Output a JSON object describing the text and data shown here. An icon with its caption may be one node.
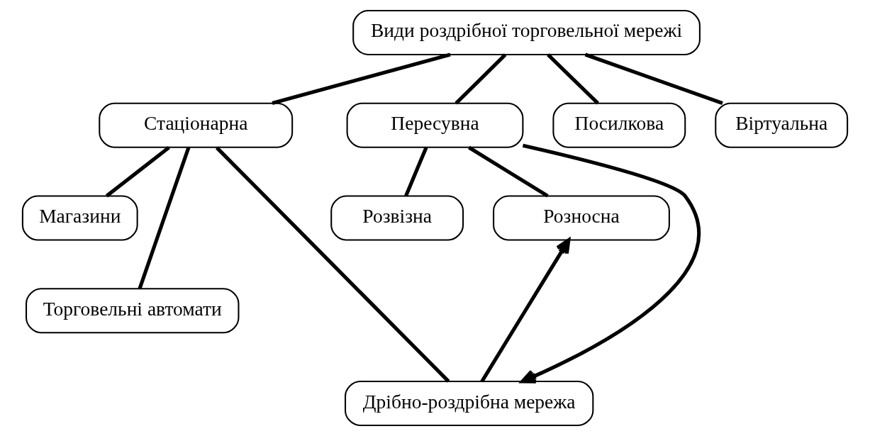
{
  "diagram": {
    "nodes": [
      {
        "text": [
          "Види роздрібної торговельної мережі"
        ]
      },
      {
        "text": [
          "Стаціонарна"
        ]
      },
      {
        "text": [
          "Пересувна"
        ]
      },
      {
        "text": [
          "Посилкова"
        ]
      },
      {
        "text": [
          "Віртуальна"
        ]
      },
      {
        "text": [
          "Магазини"
        ]
      },
      {
        "text": [
          "Розвізна"
        ]
      },
      {
        "text": [
          "Розносна"
        ]
      },
      {
        "text": [
          "Торговельні автомати"
        ]
      },
      {
        "text": [
          "Дрібно-роздрібна мережа"
        ]
      }
    ],
    "edges": [
      {
        "from": 0,
        "to": 1,
        "arrow": "none"
      },
      {
        "from": 0,
        "to": 2,
        "arrow": "none"
      },
      {
        "from": 0,
        "to": 3,
        "arrow": "none"
      },
      {
        "from": 0,
        "to": 4,
        "arrow": "none"
      },
      {
        "from": 1,
        "to": 5,
        "arrow": "none"
      },
      {
        "from": 1,
        "to": 8,
        "arrow": "none"
      },
      {
        "from": 1,
        "to": 9,
        "arrow": "none"
      },
      {
        "from": 2,
        "to": 6,
        "arrow": "none"
      },
      {
        "from": 2,
        "to": 7,
        "arrow": "none"
      },
      {
        "from": 2,
        "to": 9,
        "arrow": "to"
      },
      {
        "from": 9,
        "to": 7,
        "arrow": "to"
      }
    ]
  }
}
